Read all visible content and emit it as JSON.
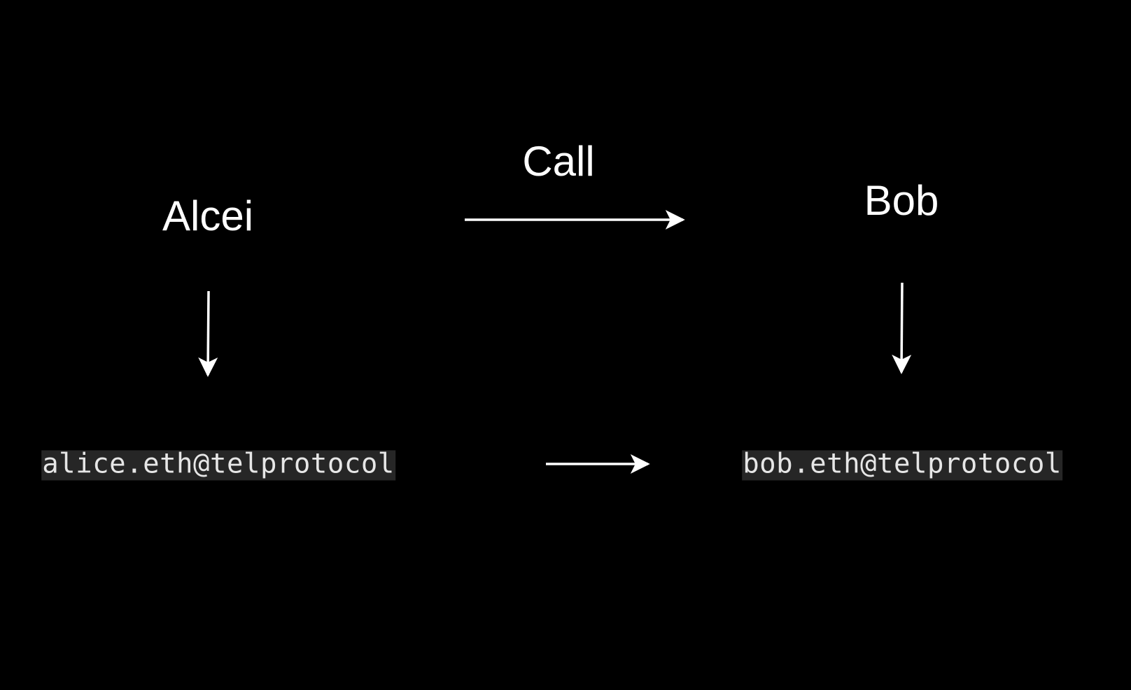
{
  "nodes": {
    "caller_name": "Alcei",
    "callee_name": "Bob",
    "caller_address": "alice.eth@telprotocol",
    "callee_address": "bob.eth@telprotocol"
  },
  "edges": {
    "call_label": "Call"
  },
  "colors": {
    "background": "#000000",
    "foreground": "#ffffff",
    "code_background": "#262626",
    "code_text": "#e6e6e6"
  }
}
